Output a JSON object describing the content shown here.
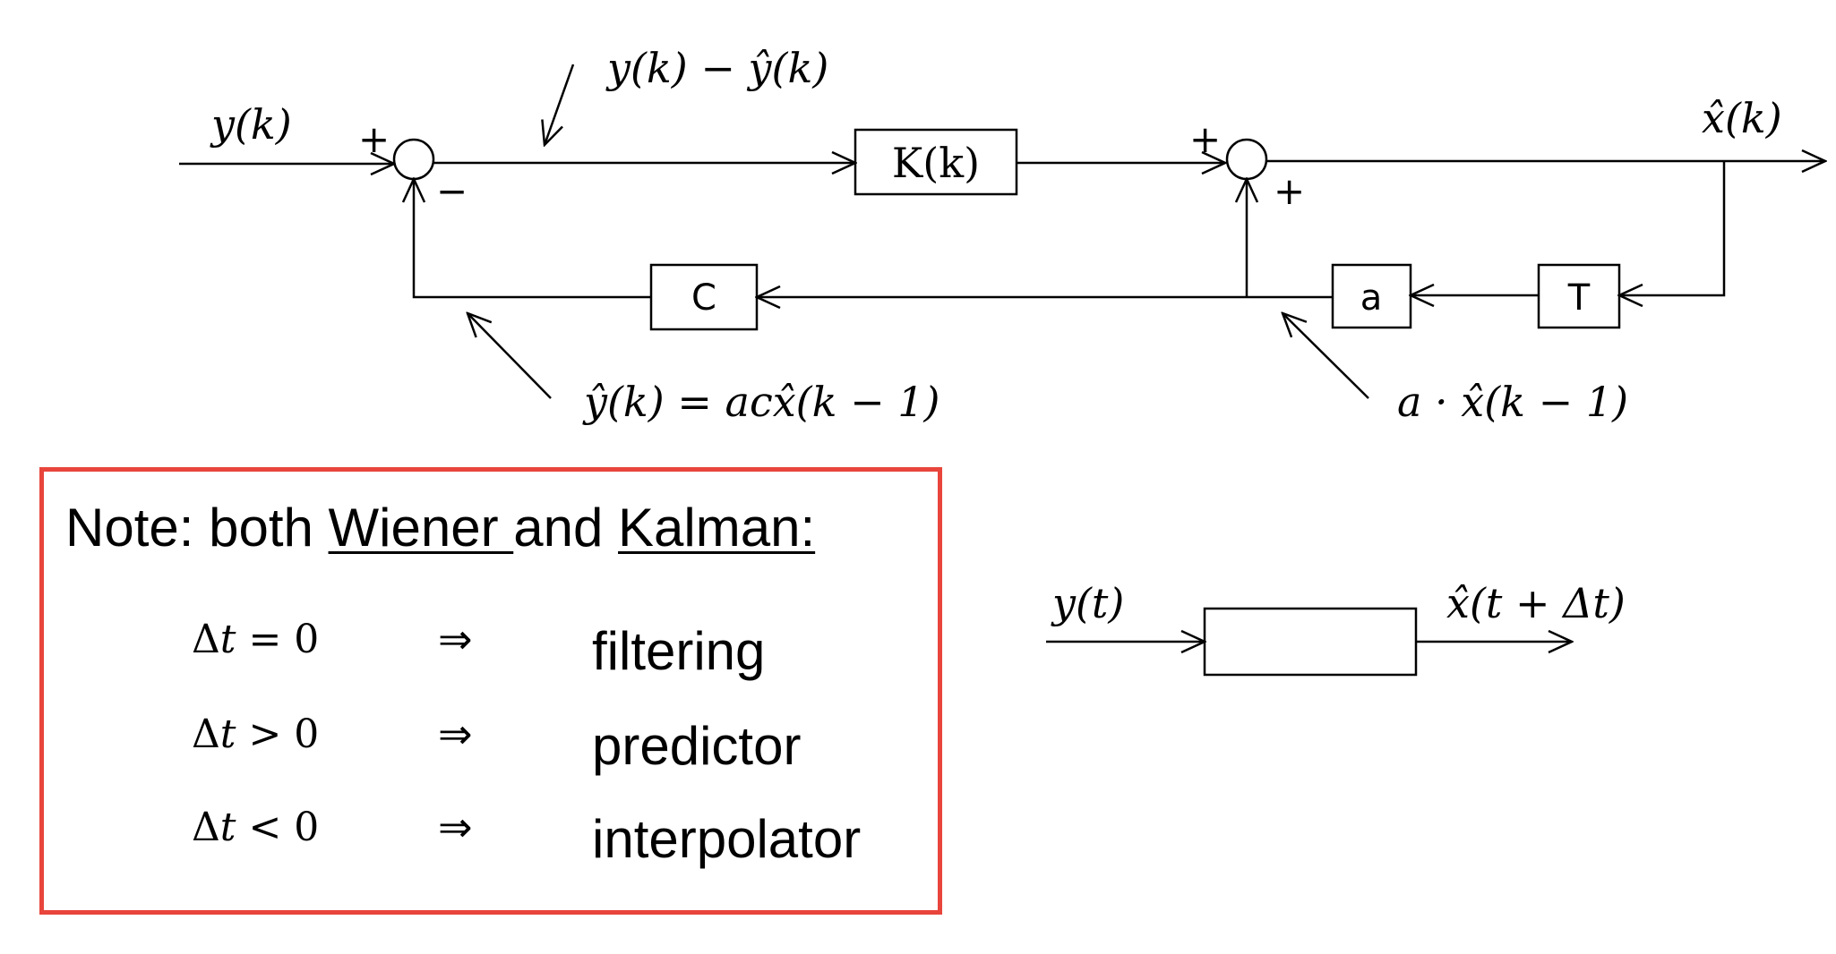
{
  "block_diagram": {
    "input_label": "y(k)",
    "error_label": "y(k) − ŷ(k)",
    "gain_label": "K(k)",
    "output_label": "x̂(k)",
    "c_label": "C",
    "a_label": "a",
    "t_label": "T",
    "prediction_label": "ŷ(k) = acx̂(k − 1)",
    "state_prediction_label": "a · x̂(k − 1)",
    "sum1_plus": "+",
    "sum1_minus": "−",
    "sum2_plus_top": "+",
    "sum2_plus_bottom": "+"
  },
  "simple_diagram": {
    "input_label": "y(t)",
    "output_label": "x̂(t + Δt)"
  },
  "note": {
    "prefix": "Note: both ",
    "wiener": "Wiener ",
    "middle": "and ",
    "kalman": "Kalman:",
    "rows": [
      {
        "delta": "Δ",
        "var": "t",
        "rel": " = 0",
        "arrow": "⇒",
        "result": "filtering"
      },
      {
        "delta": "Δ",
        "var": "t",
        "rel": " > 0",
        "arrow": "⇒",
        "result": "predictor"
      },
      {
        "delta": "Δ",
        "var": "t",
        "rel": " < 0",
        "arrow": "⇒",
        "result": "interpolator"
      }
    ]
  },
  "colors": {
    "note_border": "#e8453c",
    "line": "#000000"
  }
}
